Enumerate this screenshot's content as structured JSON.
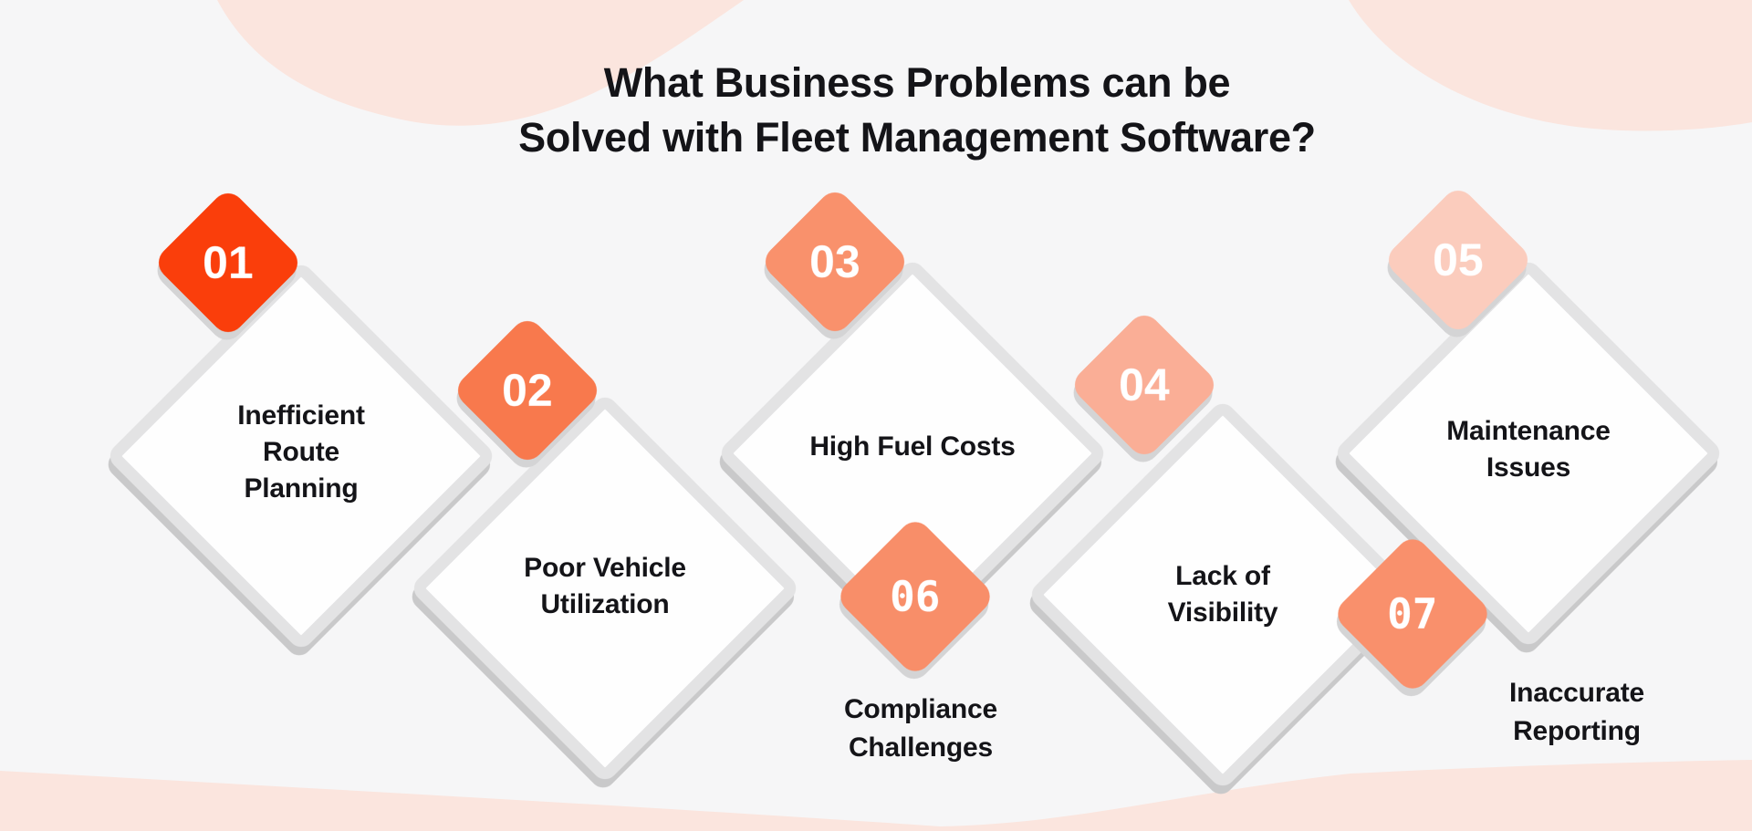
{
  "title": {
    "text": "What Business Problems can be\nSolved with Fleet Management Software?"
  },
  "problems": [
    {
      "number": "01",
      "label": "Inefficient\nRoute\nPlanning",
      "badge_color": "#FA3E0B"
    },
    {
      "number": "02",
      "label": "Poor Vehicle\nUtilization",
      "badge_color": "#F8794D"
    },
    {
      "number": "03",
      "label": "High Fuel Costs",
      "badge_color": "#F9916C"
    },
    {
      "number": "04",
      "label": "Lack of\nVisibility",
      "badge_color": "#FAAE96"
    },
    {
      "number": "05",
      "label": "Maintenance\nIssues",
      "badge_color": "#FBCCBD"
    },
    {
      "number": "06",
      "label": "Compliance\nChallenges",
      "badge_color": "#F88E69"
    },
    {
      "number": "07",
      "label": "Inaccurate\nReporting",
      "badge_color": "#F9906C"
    }
  ],
  "colors": {
    "background": "#F6F6F7",
    "blob": "#FBE5DE",
    "card_fill": "#FEFEFE",
    "card_border": "#E3E3E4",
    "card_shadow": "#C9C9CA",
    "badge_shadow": "#D4D4D5",
    "text": "#141418",
    "number_text": "#FFFFFF"
  }
}
